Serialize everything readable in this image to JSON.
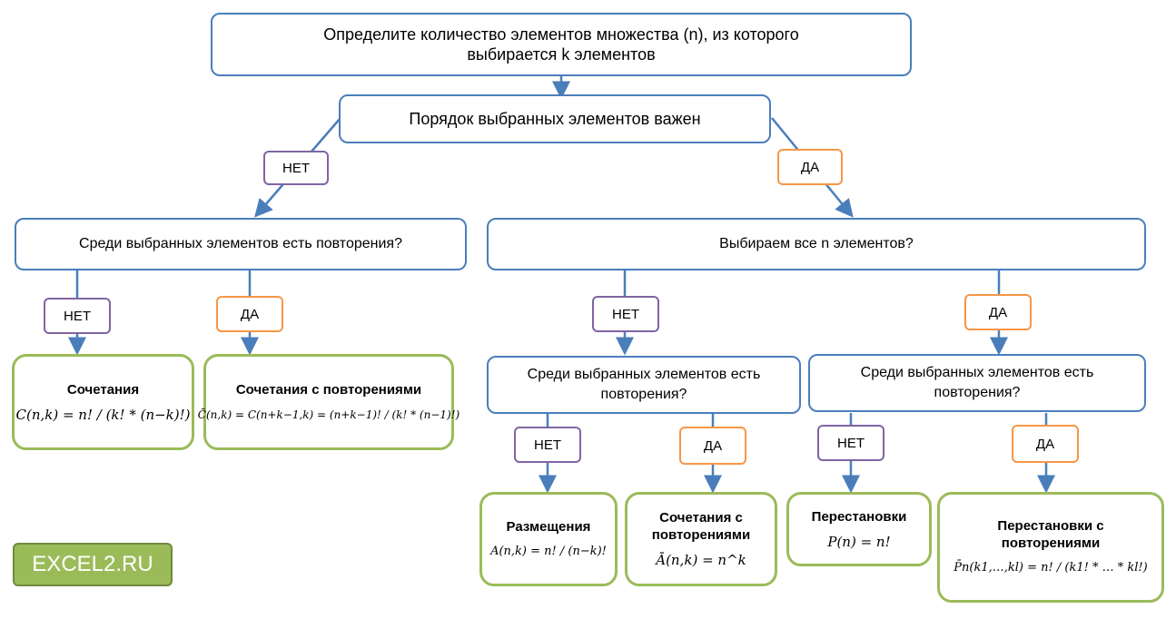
{
  "root": {
    "line1": "Определите количество элементов множества (n), из которого",
    "line2": "выбирается k элементов"
  },
  "order_question": "Порядок выбранных элементов важен",
  "labels": {
    "no": "НЕТ",
    "yes": "ДА"
  },
  "left_question": "Среди выбранных элементов есть повторения?",
  "right_question": "Выбираем все n элементов?",
  "sub_question_1": {
    "line1": "Среди выбранных элементов есть",
    "line2": "повторения?"
  },
  "sub_question_2": {
    "line1": "Среди выбранных элементов есть",
    "line2": "повторения?"
  },
  "results": {
    "combinations": {
      "title": "Сочетания",
      "formula": "C(n,k) = n! / (k! * (n−k)!)"
    },
    "combinations_rep": {
      "title": "Сочетания  с повторениями",
      "formula": "C̄(n,k) = C(n+k−1,k) = (n+k−1)! / (k! * (n−1)!)"
    },
    "arrangements": {
      "title": "Размещения",
      "formula": "A(n,k) = n! / (n−k)!"
    },
    "arrangements_rep": {
      "title1": "Сочетания  с",
      "title2": "повторениями",
      "formula": "Ā(n,k) = n^k"
    },
    "permutations": {
      "title": "Перестановки",
      "formula": "P(n) = n!"
    },
    "permutations_rep": {
      "title1": "Перестановки  с",
      "title2": "повторениями",
      "formula": "P̄n(k1,…,kl) = n! / (k1! * … * kl!)"
    }
  },
  "logo": "EXCEL2.RU",
  "colors": {
    "blue": "#4a7ebb",
    "purple": "#8064a2",
    "orange": "#f79646",
    "green": "#9bbb59"
  }
}
